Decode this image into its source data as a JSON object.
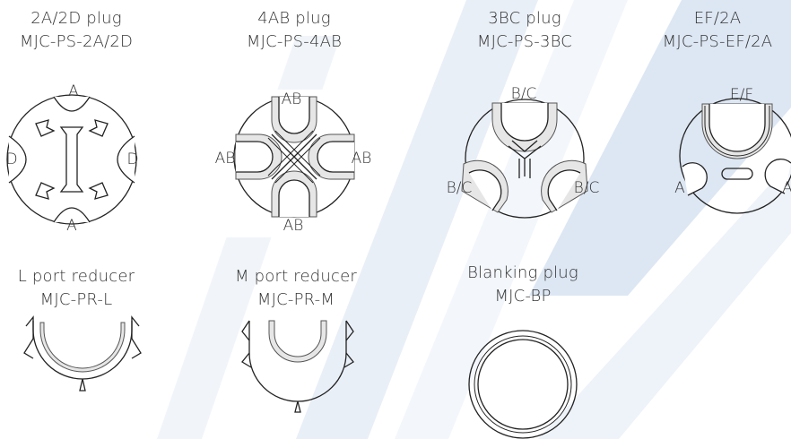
{
  "parts": [
    {
      "name": "2A/2D plug",
      "code": "MJC-PS-2A/2D",
      "ports": [
        "A",
        "D",
        "D",
        "A"
      ]
    },
    {
      "name": "4AB plug",
      "code": "MJC-PS-4AB",
      "ports": [
        "AB",
        "AB",
        "AB",
        "AB"
      ]
    },
    {
      "name": "3BC plug",
      "code": "MJC-PS-3BC",
      "ports": [
        "B/C",
        "B/C",
        "B/C"
      ]
    },
    {
      "name": "EF/2A",
      "code": "MJC-PS-EF/2A",
      "ports": [
        "E/F",
        "A",
        "A"
      ]
    },
    {
      "name": "L port reducer",
      "code": "MJC-PR-L",
      "ports": []
    },
    {
      "name": "M port reducer",
      "code": "MJC-PR-M",
      "ports": []
    },
    {
      "name": "Blanking plug",
      "code": "MJC-BP",
      "ports": []
    }
  ],
  "colors": {
    "background": "#ffffff",
    "accent": "#dbe6f3",
    "line": "#222222",
    "text": "#333333"
  }
}
